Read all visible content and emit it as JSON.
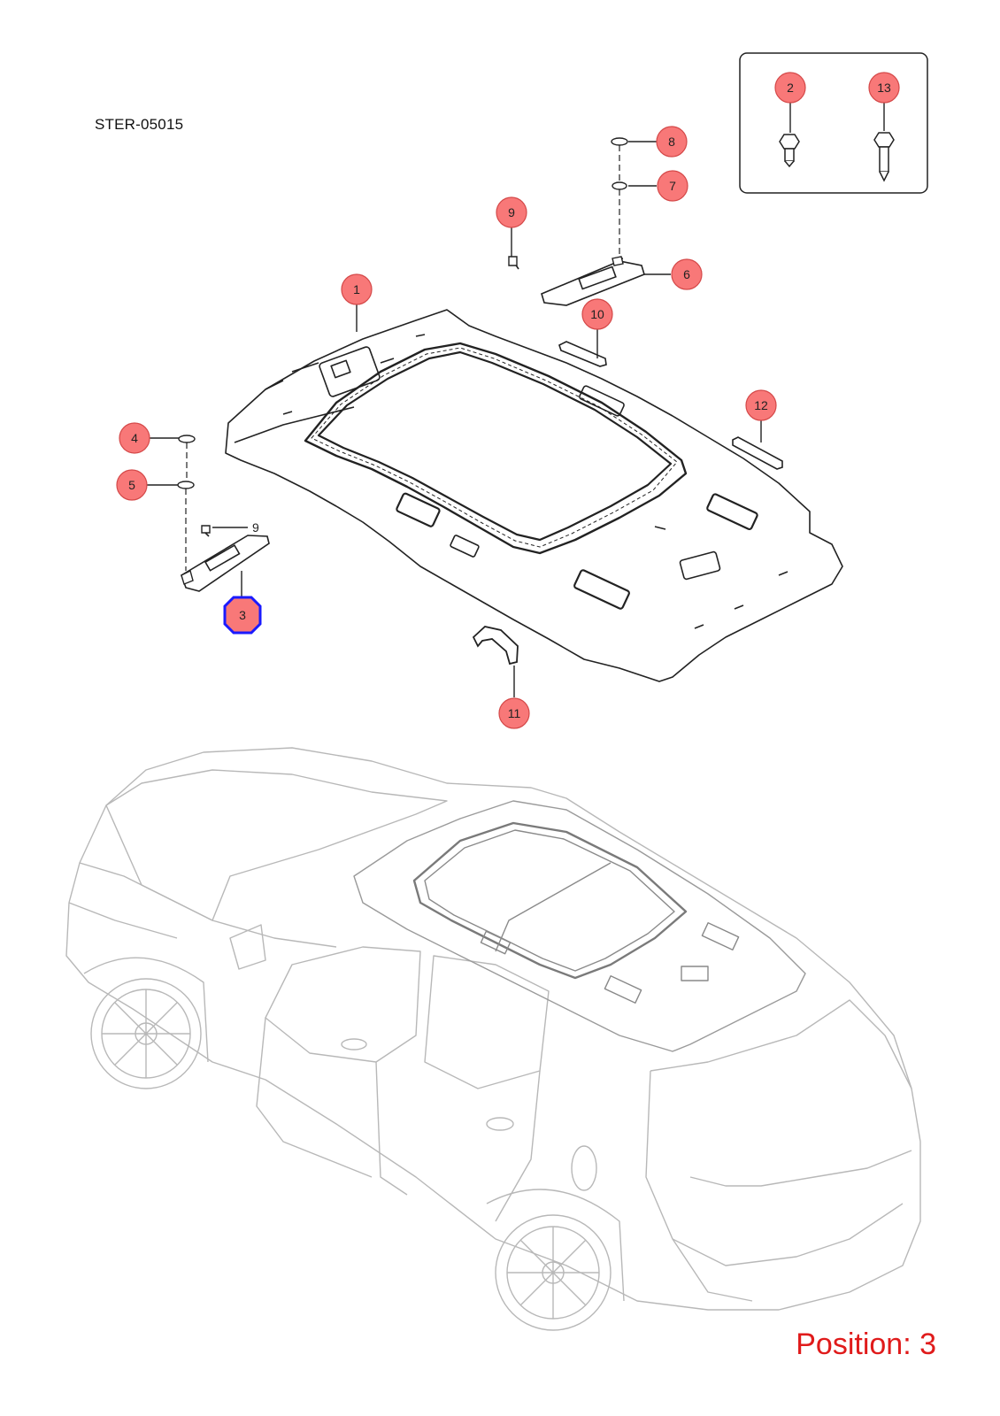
{
  "drawing_code": "STER-05015",
  "position_caption": "Position: 3",
  "colors": {
    "callout_fill": "#f87878",
    "callout_stroke": "#d44848",
    "highlight": "#1a1aff",
    "caption": "#e01b1b",
    "line": "#222222",
    "car_outline": "#b8b8b8"
  },
  "callouts": [
    {
      "id": "1",
      "label": "1"
    },
    {
      "id": "2",
      "label": "2"
    },
    {
      "id": "3",
      "label": "3",
      "highlighted": true
    },
    {
      "id": "4",
      "label": "4"
    },
    {
      "id": "5",
      "label": "5"
    },
    {
      "id": "6",
      "label": "6"
    },
    {
      "id": "7",
      "label": "7"
    },
    {
      "id": "8",
      "label": "8"
    },
    {
      "id": "9",
      "label": "9"
    },
    {
      "id": "10",
      "label": "10"
    },
    {
      "id": "11",
      "label": "11"
    },
    {
      "id": "12",
      "label": "12"
    },
    {
      "id": "13",
      "label": "13"
    }
  ],
  "plain_labels": [
    {
      "id": "9b",
      "label": "9"
    }
  ]
}
